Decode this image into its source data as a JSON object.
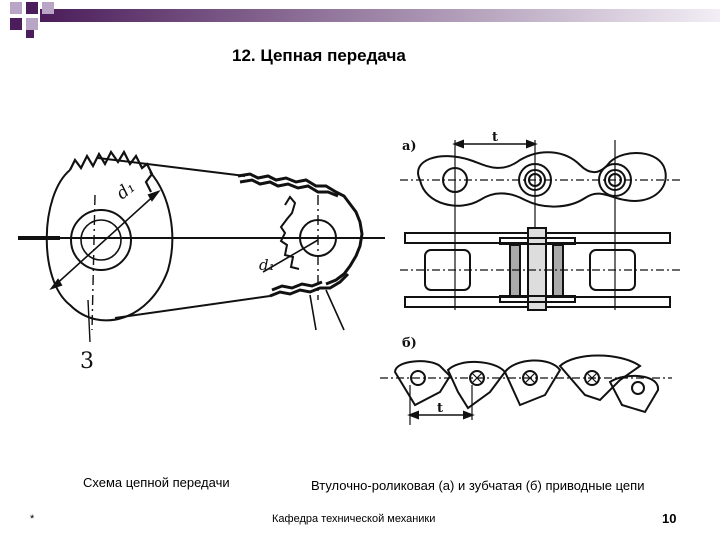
{
  "slide": {
    "title": "12.  Цепная передача",
    "caption_left": "Схема цепной передачи",
    "caption_right": "Втулочно-роликовая (а) и зубчатая (б) приводные цепи",
    "footer_left": "*",
    "footer_center": "Кафедра технической механики",
    "page_number": "10"
  },
  "diagram_labels": {
    "d1_big": "d₁",
    "d1_small": "d₁",
    "part_number": "3",
    "view_a": "а)",
    "view_b": "б)",
    "pitch_a": "t",
    "pitch_b": "t"
  },
  "colors": {
    "bar_dark": "#4b1d5a",
    "bar_light": "#e8dfee",
    "square_dark": "#4b1d5a",
    "square_light": "#b9a6c7",
    "line": "#111111"
  }
}
